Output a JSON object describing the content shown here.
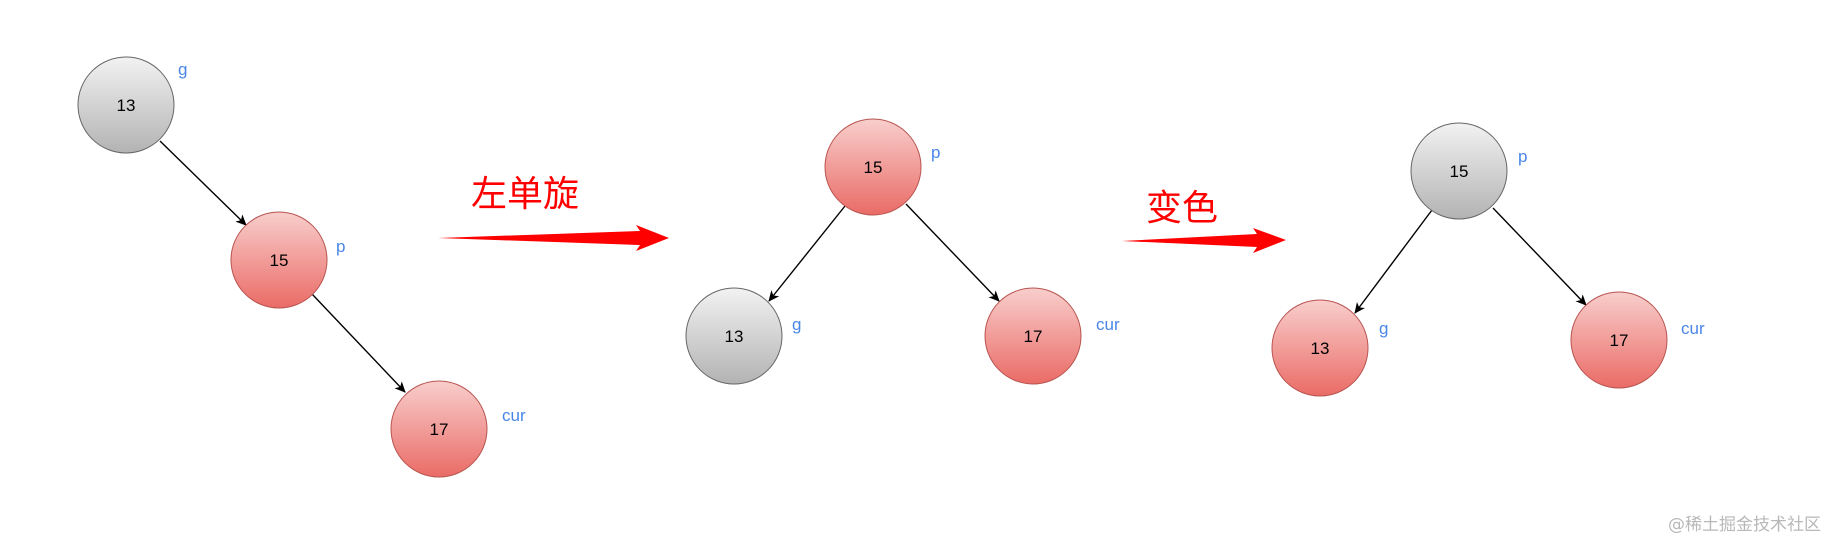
{
  "colors": {
    "black_node_top": "#f2f2f2",
    "black_node_bottom": "#b3b3b3",
    "black_node_stroke": "#666666",
    "red_node_top": "#f8cecc",
    "red_node_bottom": "#ea6b66",
    "red_node_stroke": "#b85450",
    "tag": "#4a86e8",
    "step_label": "#ff0000",
    "arrow": "#ff0000",
    "edge": "#000000"
  },
  "panels": [
    {
      "nodes": [
        {
          "value": "13",
          "color": "black",
          "tag": "g"
        },
        {
          "value": "15",
          "color": "red",
          "tag": "p"
        },
        {
          "value": "17",
          "color": "red",
          "tag": "cur"
        }
      ]
    },
    {
      "nodes": [
        {
          "value": "15",
          "color": "red",
          "tag": "p"
        },
        {
          "value": "13",
          "color": "black",
          "tag": "g"
        },
        {
          "value": "17",
          "color": "red",
          "tag": "cur"
        }
      ]
    },
    {
      "nodes": [
        {
          "value": "15",
          "color": "black",
          "tag": "p"
        },
        {
          "value": "13",
          "color": "red",
          "tag": "g"
        },
        {
          "value": "17",
          "color": "red",
          "tag": "cur"
        }
      ]
    }
  ],
  "steps": [
    {
      "label": "左单旋"
    },
    {
      "label": "变色"
    }
  ],
  "watermark": "@稀土掘金技术社区"
}
